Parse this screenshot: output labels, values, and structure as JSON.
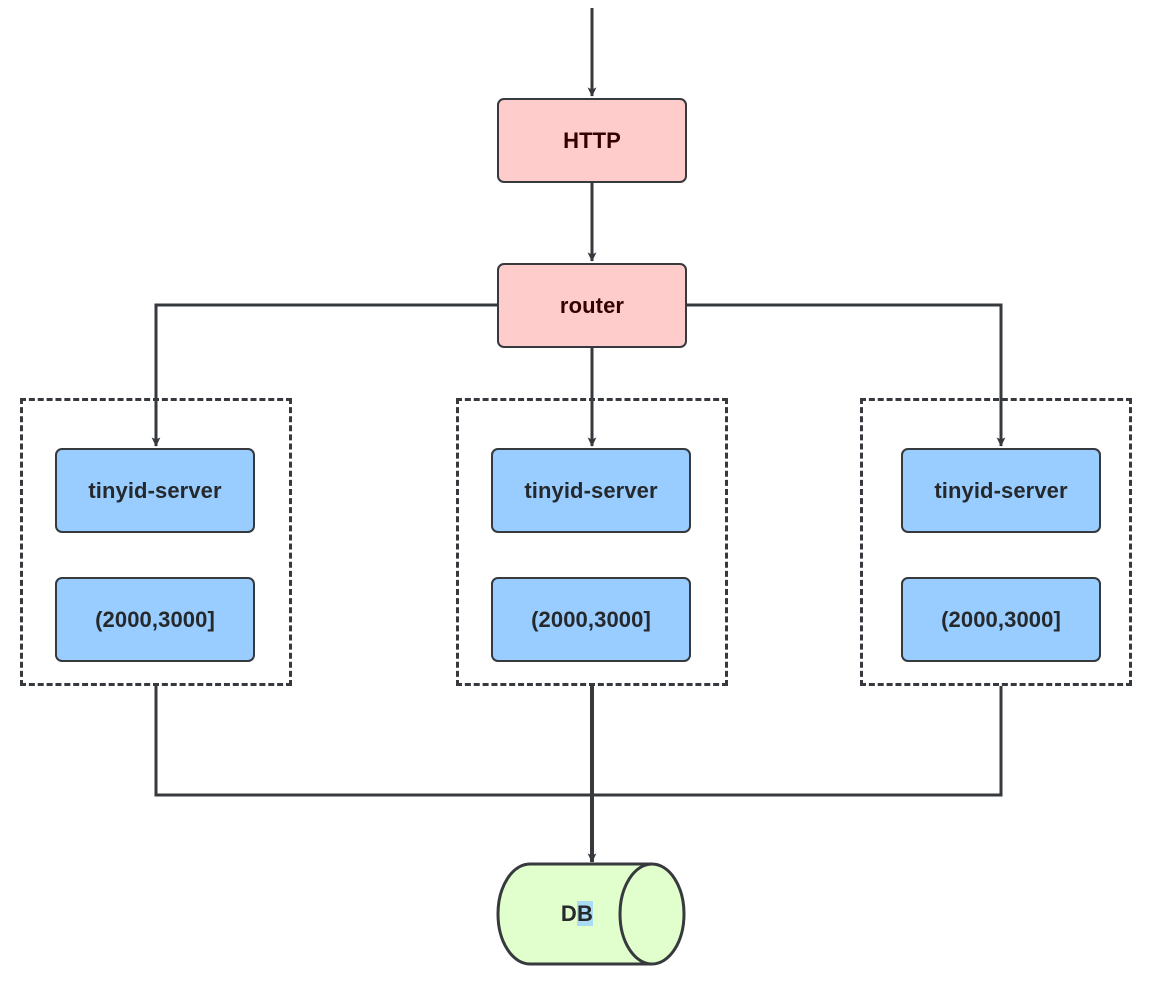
{
  "diagram": {
    "title": "tinyid server architecture flow",
    "type": "flowchart",
    "colors": {
      "pink_fill": "#ffcccc",
      "blue_fill": "#99ccff",
      "green_fill": "#e1ffcc",
      "stroke": "#36393d",
      "pink_text": "#330000",
      "dark_text": "#26292c",
      "selection_highlight": "#aadcf5",
      "background": "#ffffff"
    },
    "nodes": {
      "http": {
        "label": "HTTP",
        "shape": "rounded-rectangle",
        "fill": "pink"
      },
      "router": {
        "label": "router",
        "shape": "rounded-rectangle",
        "fill": "pink"
      },
      "db": {
        "label": "DB",
        "label_prefix": "D",
        "label_selected": "B",
        "shape": "cylinder",
        "fill": "green"
      }
    },
    "groups": [
      {
        "name": "group-left",
        "style": "dashed",
        "nodes": [
          {
            "label": "tinyid-server",
            "fill": "blue"
          },
          {
            "label": "(2000,3000]",
            "fill": "blue"
          }
        ]
      },
      {
        "name": "group-center",
        "style": "dashed",
        "nodes": [
          {
            "label": "tinyid-server",
            "fill": "blue"
          },
          {
            "label": "(2000,3000]",
            "fill": "blue"
          }
        ]
      },
      {
        "name": "group-right",
        "style": "dashed",
        "nodes": [
          {
            "label": "tinyid-server",
            "fill": "blue"
          },
          {
            "label": "(2000,3000]",
            "fill": "blue"
          }
        ]
      }
    ],
    "edges": [
      {
        "from": "external",
        "to": "http",
        "arrow": true
      },
      {
        "from": "http",
        "to": "router",
        "arrow": true
      },
      {
        "from": "router",
        "to": "group-left-server",
        "arrow": true
      },
      {
        "from": "router",
        "to": "group-center-server",
        "arrow": true
      },
      {
        "from": "router",
        "to": "group-right-server",
        "arrow": true
      },
      {
        "from": "group-left",
        "to": "db",
        "arrow": true
      },
      {
        "from": "group-center",
        "to": "db",
        "arrow": true
      },
      {
        "from": "group-right",
        "to": "db",
        "arrow": true
      }
    ]
  }
}
